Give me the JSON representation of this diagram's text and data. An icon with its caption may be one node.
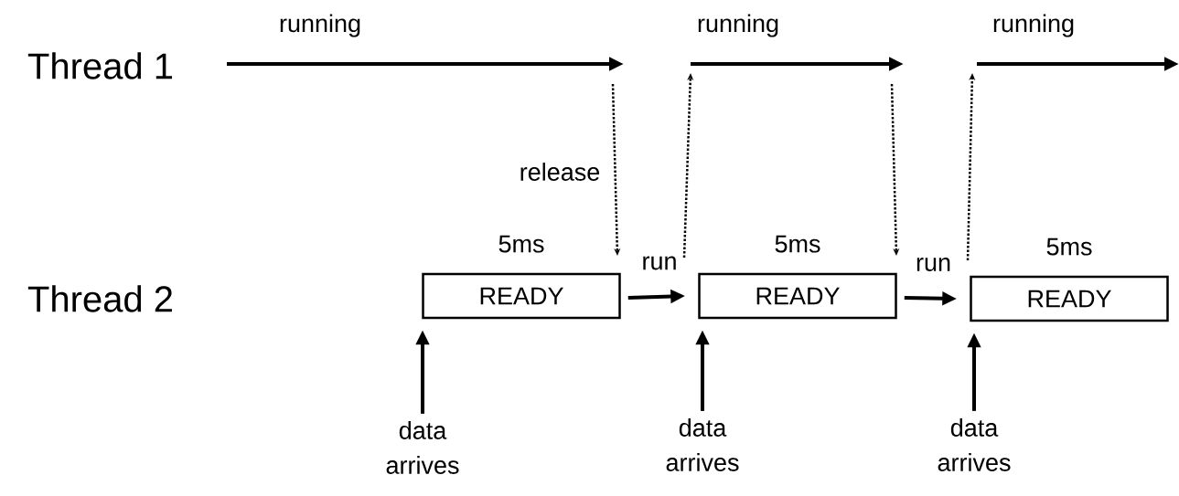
{
  "diagram": {
    "nodes": [
      {
        "text": [
          "READY"
        ],
        "beside": [
          "5ms"
        ]
      },
      {
        "text": [
          "READY"
        ],
        "beside": [
          "5ms"
        ]
      },
      {
        "text": [
          "READY"
        ],
        "beside": [
          "5ms"
        ]
      },
      {
        "text": [
          "data arrives"
        ]
      },
      {
        "text": [
          "data arrives"
        ]
      },
      {
        "text": [
          "data arrives"
        ]
      }
    ],
    "edges": [
      {
        "from": 3,
        "to": 0,
        "arrow": "to"
      },
      {
        "from": 0,
        "to": 1,
        "arrow": "to",
        "label": "run"
      },
      {
        "from": 4,
        "to": 1,
        "arrow": "to"
      },
      {
        "from": 1,
        "to": 2,
        "arrow": "to",
        "label": "run"
      },
      {
        "from": 5,
        "to": 2,
        "arrow": "to"
      }
    ],
    "labels": [
      "running",
      "running",
      "running",
      "Thread 1",
      "release",
      "Thread 2"
    ]
  }
}
